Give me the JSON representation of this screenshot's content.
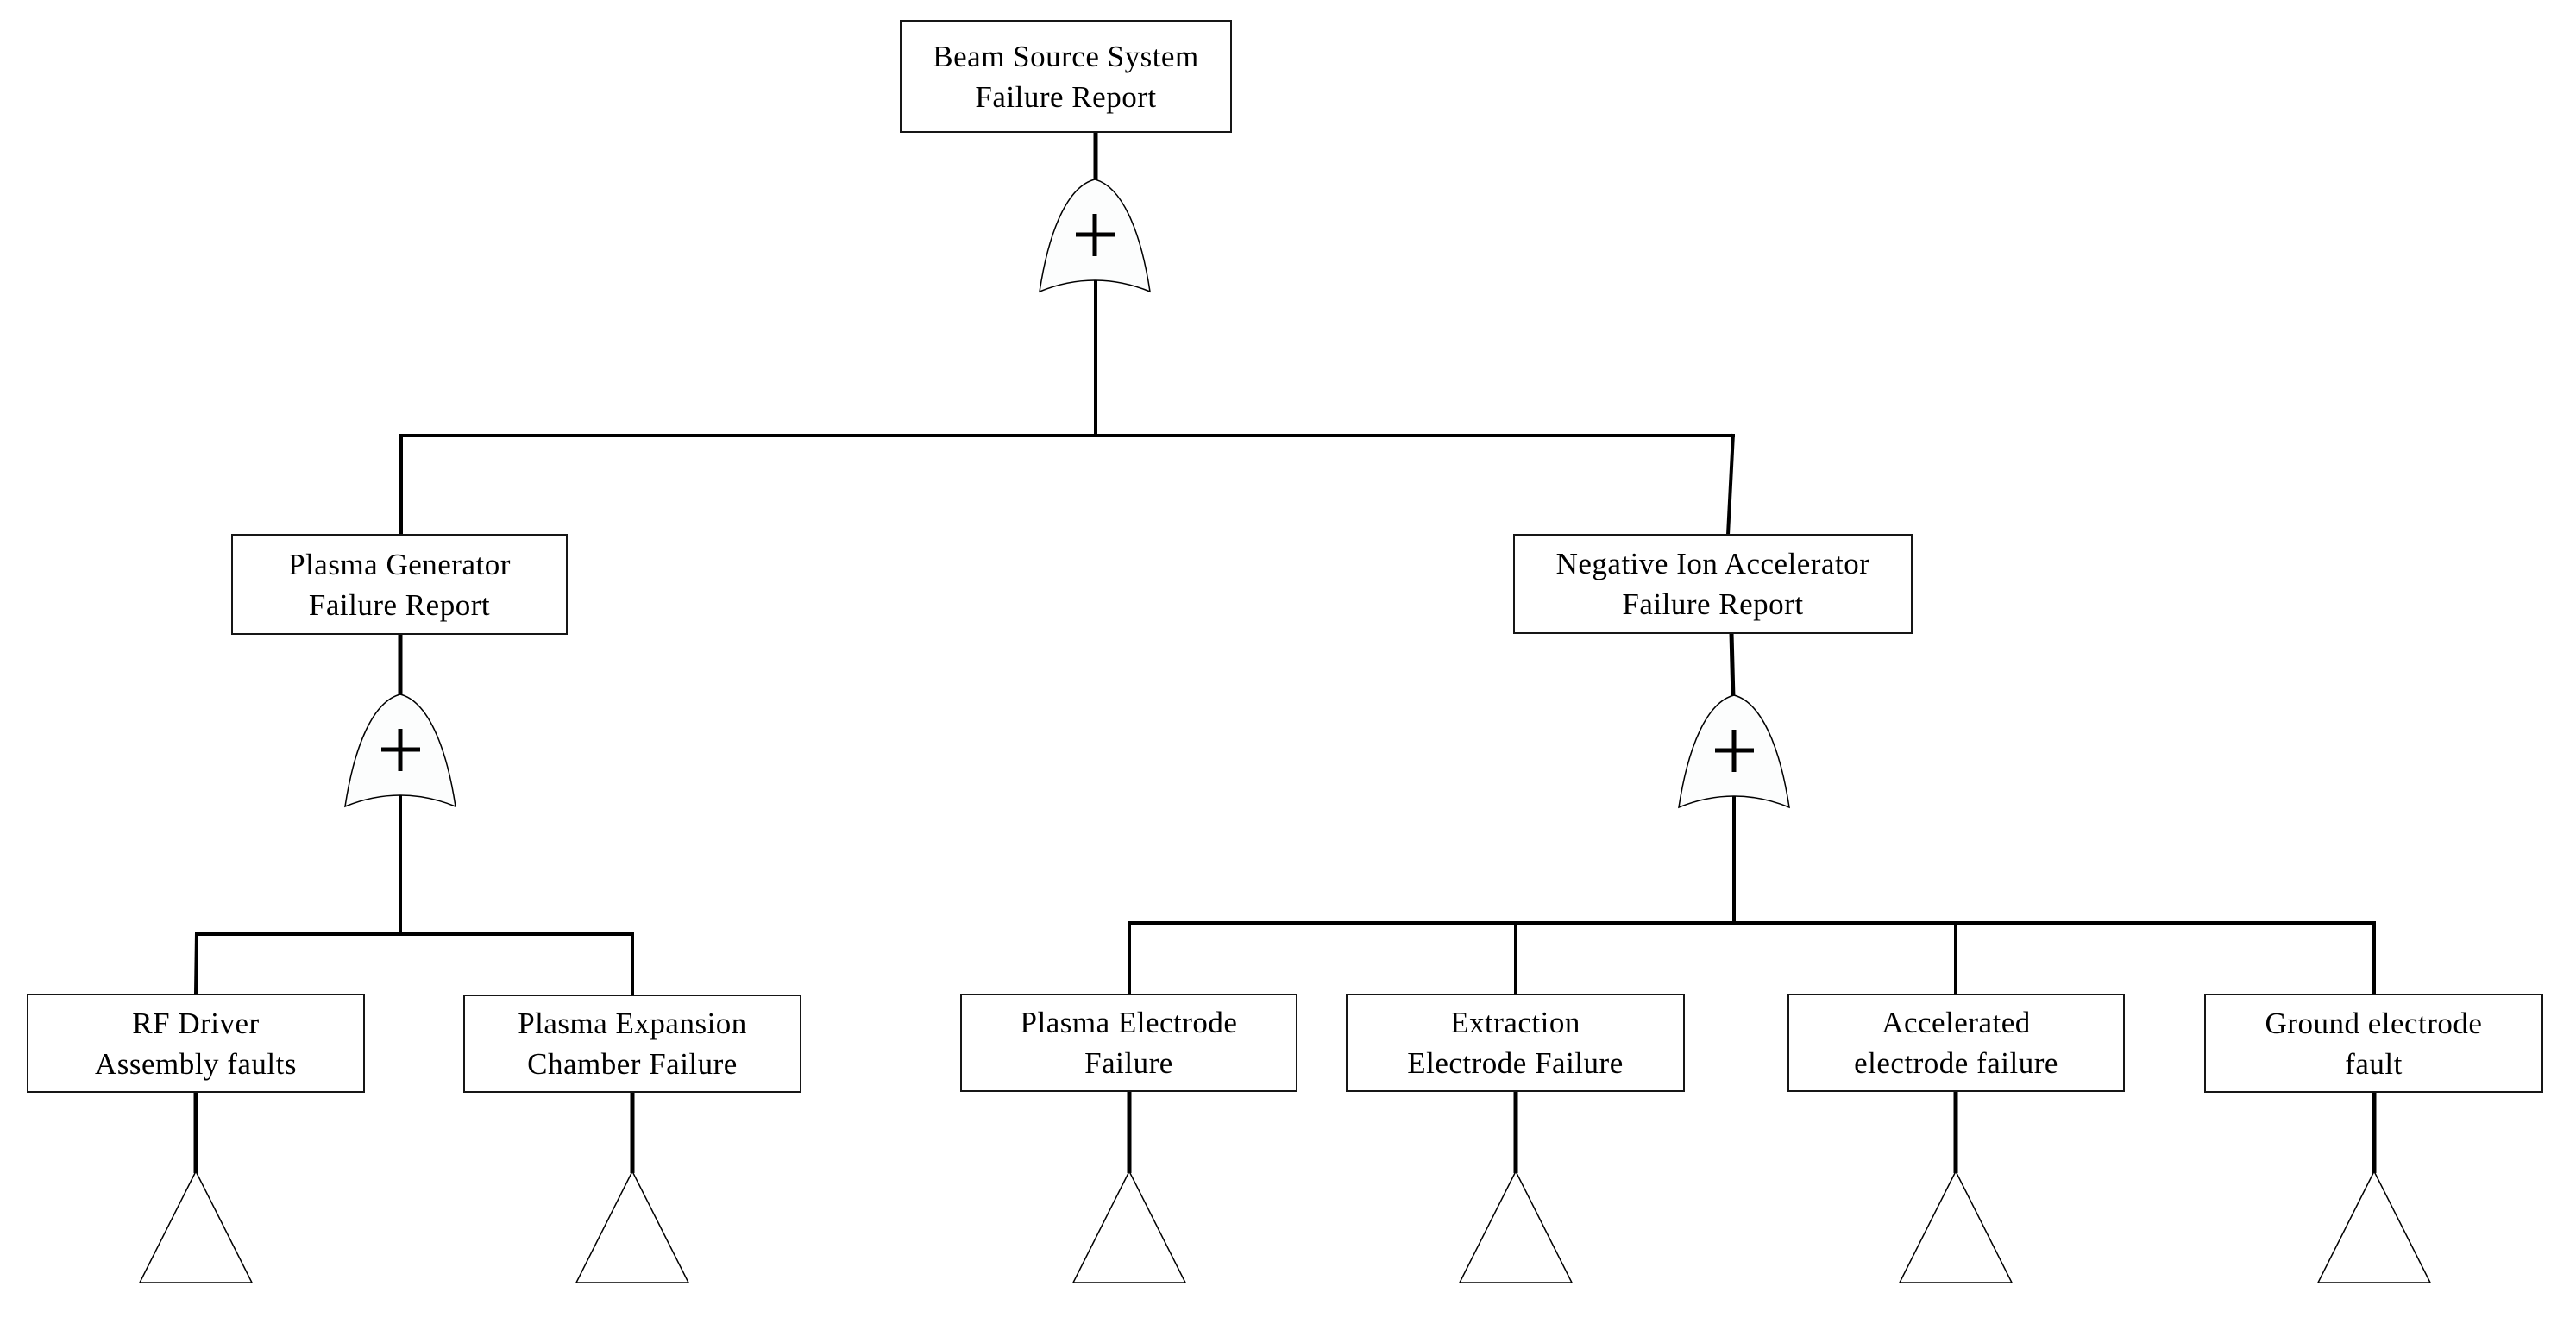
{
  "diagram": {
    "type": "fault-tree",
    "gate_type": "OR",
    "gate_symbol": "+",
    "colors": {
      "line": "#000000",
      "box_fill": "#ffffff",
      "box_border": "#161616",
      "gate_fill": "#fcfdfd",
      "background": "#ffffff"
    },
    "nodes": {
      "root": {
        "label": "Beam Source System\nFailure Report"
      },
      "plasma_generator": {
        "label": "Plasma Generator\nFailure Report"
      },
      "negative_ion_accelerator": {
        "label": "Negative Ion Accelerator\nFailure Report"
      },
      "rf_driver": {
        "label": "RF Driver\nAssembly faults"
      },
      "plasma_expansion": {
        "label": "Plasma Expansion\nChamber Failure"
      },
      "plasma_electrode": {
        "label": "Plasma Electrode\nFailure"
      },
      "extraction_electrode": {
        "label": "Extraction\nElectrode Failure"
      },
      "accelerated_electrode": {
        "label": "Accelerated\nelectrode failure"
      },
      "ground_electrode": {
        "label": "Ground electrode\nfault"
      }
    },
    "structure": {
      "root_children": [
        "plasma_generator",
        "negative_ion_accelerator"
      ],
      "plasma_generator_children": [
        "rf_driver",
        "plasma_expansion"
      ],
      "negative_ion_accelerator_children": [
        "plasma_electrode",
        "extraction_electrode",
        "accelerated_electrode",
        "ground_electrode"
      ],
      "leaf_terminator": "transfer-triangle"
    }
  }
}
